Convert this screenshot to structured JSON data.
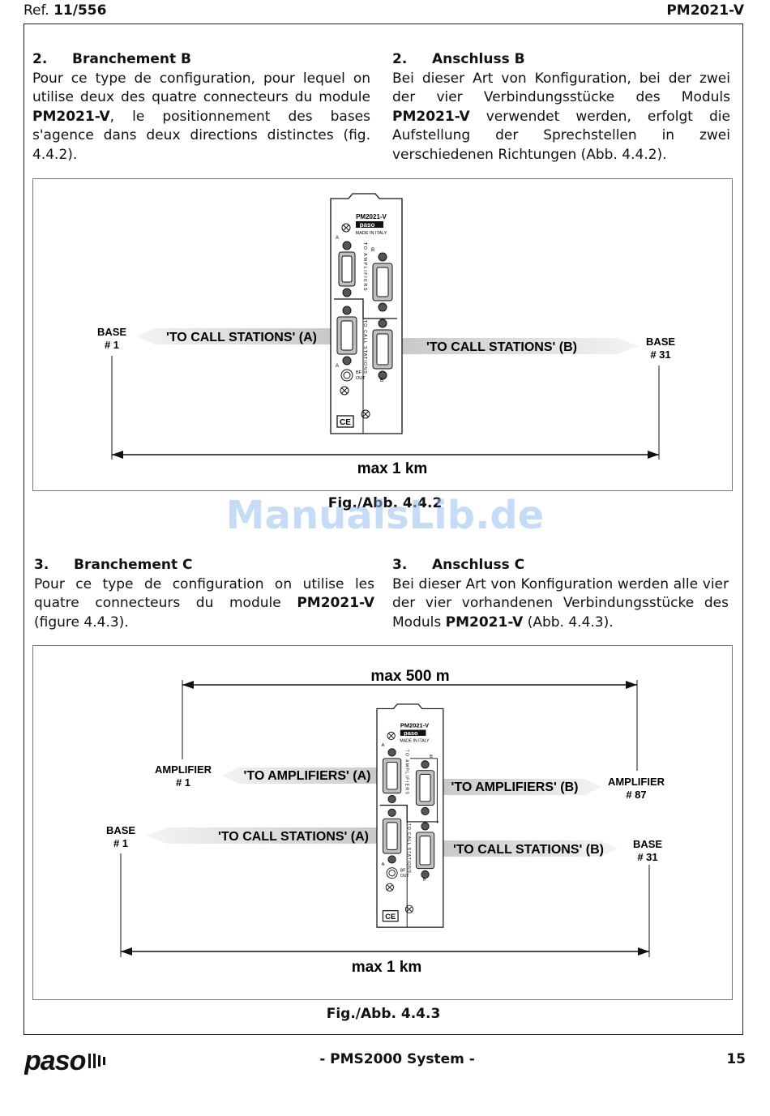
{
  "header": {
    "ref_prefix": "Ref.",
    "ref_number": "11/556",
    "model": "PM2021-V"
  },
  "section_b": {
    "fr": {
      "number": "2.",
      "title": "Branchement B",
      "text1": "Pour ce type de configuration, pour lequel on utilise deux des quatre connecteurs du module ",
      "bold": "PM2021-V",
      "text2": ", le positionnement des bases s'agence dans deux directions distinctes (fig. 4.4.2)."
    },
    "de": {
      "number": "2.",
      "title": "Anschluss B",
      "text1": "Bei dieser Art von Konfiguration, bei der zwei der vier Verbindungsstücke des Moduls ",
      "bold": "PM2021-V",
      "text2": " verwendet werden, erfolgt die Aufstellung der Sprechstellen in zwei verschiedenen Richtungen (Abb. 4.4.2)."
    }
  },
  "figure_b": {
    "caption": "Fig./Abb. 4.4.2",
    "base_left": "BASE",
    "base_left_num": "# 1",
    "base_right": "BASE",
    "base_right_num": "# 31",
    "arrow_a": "'TO CALL STATIONS' (A)",
    "arrow_b": "'TO CALL STATIONS' (B)",
    "distance": "max 1 km"
  },
  "module": {
    "model": "PM2021-V",
    "brand": "paso",
    "made": "MADE IN ITALY",
    "label_a": "A",
    "label_b": "B",
    "amplifiers_vertical": "TO AMPLIFIERS",
    "stations_vertical": "TO CALL STATIONS",
    "bf": "BF",
    "out": "OUT",
    "ce": "CE"
  },
  "watermark": "ManualsLib.de",
  "section_c": {
    "fr": {
      "number": "3.",
      "title": "Branchement C",
      "text1": "Pour ce type de configuration on utilise les quatre connecteurs du module ",
      "bold": "PM2021-V",
      "text2": " (figure 4.4.3)."
    },
    "de": {
      "number": "3.",
      "title": "Anschluss C",
      "text1": "Bei dieser Art von Konfiguration werden alle vier der vier vorhandenen Verbindungsstücke des Moduls ",
      "bold": "PM2021-V",
      "text2": " (Abb. 4.4.3)."
    }
  },
  "figure_c": {
    "caption": "Fig./Abb. 4.4.3",
    "top_distance": "max 500 m",
    "amp_left": "AMPLIFIER",
    "amp_left_num": "# 1",
    "amp_right": "AMPLIFIER",
    "amp_right_num": "# 87",
    "arrow_amp_a": "'TO AMPLIFIERS' (A)",
    "arrow_amp_b": "'TO AMPLIFIERS' (B)",
    "base_left": "BASE",
    "base_left_num": "# 1",
    "base_right": "BASE",
    "base_right_num": "# 31",
    "arrow_st_a": "'TO CALL STATIONS' (A)",
    "arrow_st_b": "'TO CALL STATIONS' (B)",
    "bottom_distance": "max 1 km"
  },
  "footer": {
    "brand": "paso",
    "system": "- PMS2000 System -",
    "page": "15"
  }
}
